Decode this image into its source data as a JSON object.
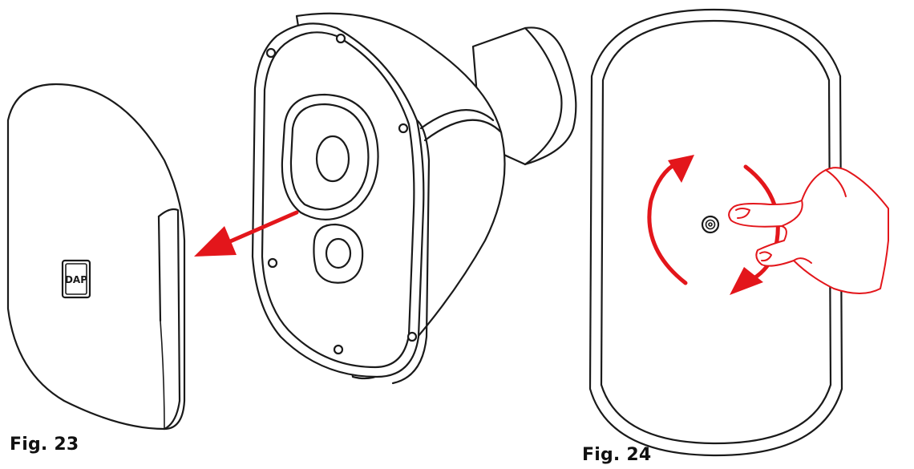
{
  "figures": [
    {
      "label": "Fig. 23"
    },
    {
      "label": "Fig. 24"
    }
  ],
  "logo": {
    "text": "DAP"
  },
  "colors": {
    "line": "#1a1a1a",
    "arrow": "#e3161b",
    "background": "#ffffff"
  },
  "icons": [
    "remove-arrow-icon",
    "rotate-arrows-icon",
    "pointing-hand-icon"
  ]
}
